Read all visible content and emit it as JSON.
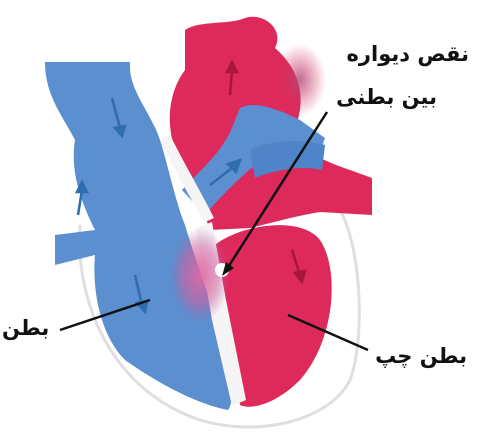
{
  "labels": {
    "vsd_line1": "نقص ديواره",
    "vsd_line2": "بين بطنى",
    "right_ventricle": "بطن",
    "left_ventricle": "بطن چپ"
  },
  "colors": {
    "deoxygenated_blue": "#5b8fd0",
    "deoxygenated_blue_dark": "#3f74b8",
    "oxygenated_red": "#dd2a5a",
    "oxygenated_red_dark": "#c41a48",
    "septum_white": "#f7f4f6",
    "shunt_pink": "#e26aa2",
    "text": "#111111"
  }
}
